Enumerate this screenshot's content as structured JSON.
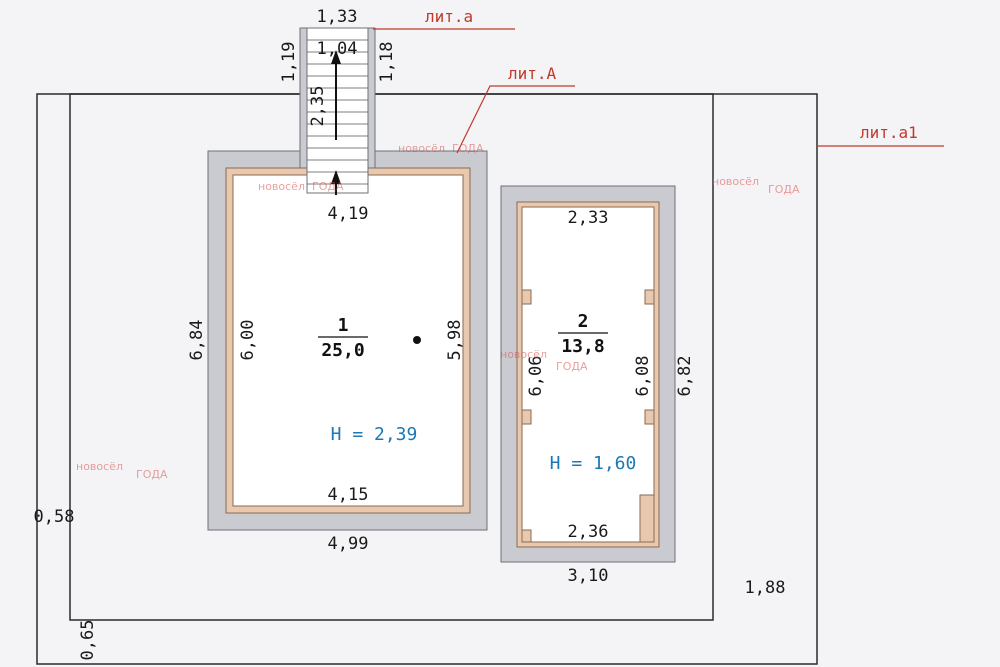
{
  "labels": {
    "lit_a": "лит.а",
    "lit_A": "лит.А",
    "lit_a1": "лит.а1"
  },
  "rooms": [
    {
      "number": "1",
      "area": "25,0",
      "height": "Н = 2,39"
    },
    {
      "number": "2",
      "area": "13,8",
      "height": "Н = 1,60"
    }
  ],
  "dimensions": {
    "stair_top": "1,33",
    "stair_inner": "1,04",
    "stair_left": "1,19",
    "stair_right": "1,18",
    "stair_length": "2,35",
    "room1_top": "4,19",
    "room1_left_outer": "6,84",
    "room1_left_inner": "6,00",
    "room1_right": "5,98",
    "room1_bottom_inner": "4,15",
    "room1_bottom_outer": "4,99",
    "room2_top": "2,33",
    "room2_left": "6,06",
    "room2_right_inner": "6,08",
    "room2_right_outer": "6,82",
    "room2_bottom_inner": "2,36",
    "room2_bottom_outer": "3,10",
    "left_gap": "0,58",
    "bottom_gap": "0,65",
    "right_gap": "1,88"
  },
  "watermark": {
    "brand": "новосёл",
    "tag": "ГОДА"
  },
  "colors": {
    "wall": "#c9cbd1",
    "wall_edge": "#6e7078",
    "inner_wall": "#e8c9b0",
    "annotation": "#c0392b",
    "height_text": "#1c78b5"
  }
}
